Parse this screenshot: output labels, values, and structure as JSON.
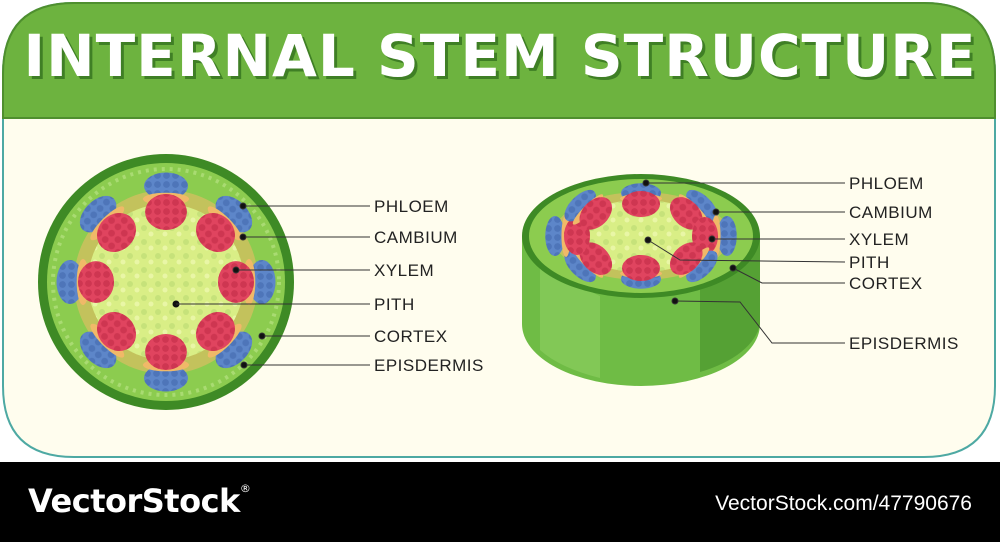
{
  "title": "INTERNAL STEM STRUCTURE",
  "left_labels": [
    "PHLOEM",
    "CAMBIUM",
    "XYLEM",
    "PITH",
    "CORTEX",
    "EPISDERMIS"
  ],
  "right_labels": [
    "PHLOEM",
    "CAMBIUM",
    "XYLEM",
    "PITH",
    "CORTEX",
    "EPISDERMIS"
  ],
  "footer": {
    "brand": "VectorStock",
    "trademark": "®",
    "url": "VectorStock.com/47790676"
  },
  "colors": {
    "header_green": "#6db33f",
    "panel_cream": "#fffdee",
    "border_teal": "#4ea9a3",
    "epidermis": "#4e9a2e",
    "cortex": "#8ccc4f",
    "pith": "#d9ee86",
    "xylem": "#e0445f",
    "phloem": "#5d86c9",
    "cambium": "#f0b968",
    "footer": "#000000"
  }
}
